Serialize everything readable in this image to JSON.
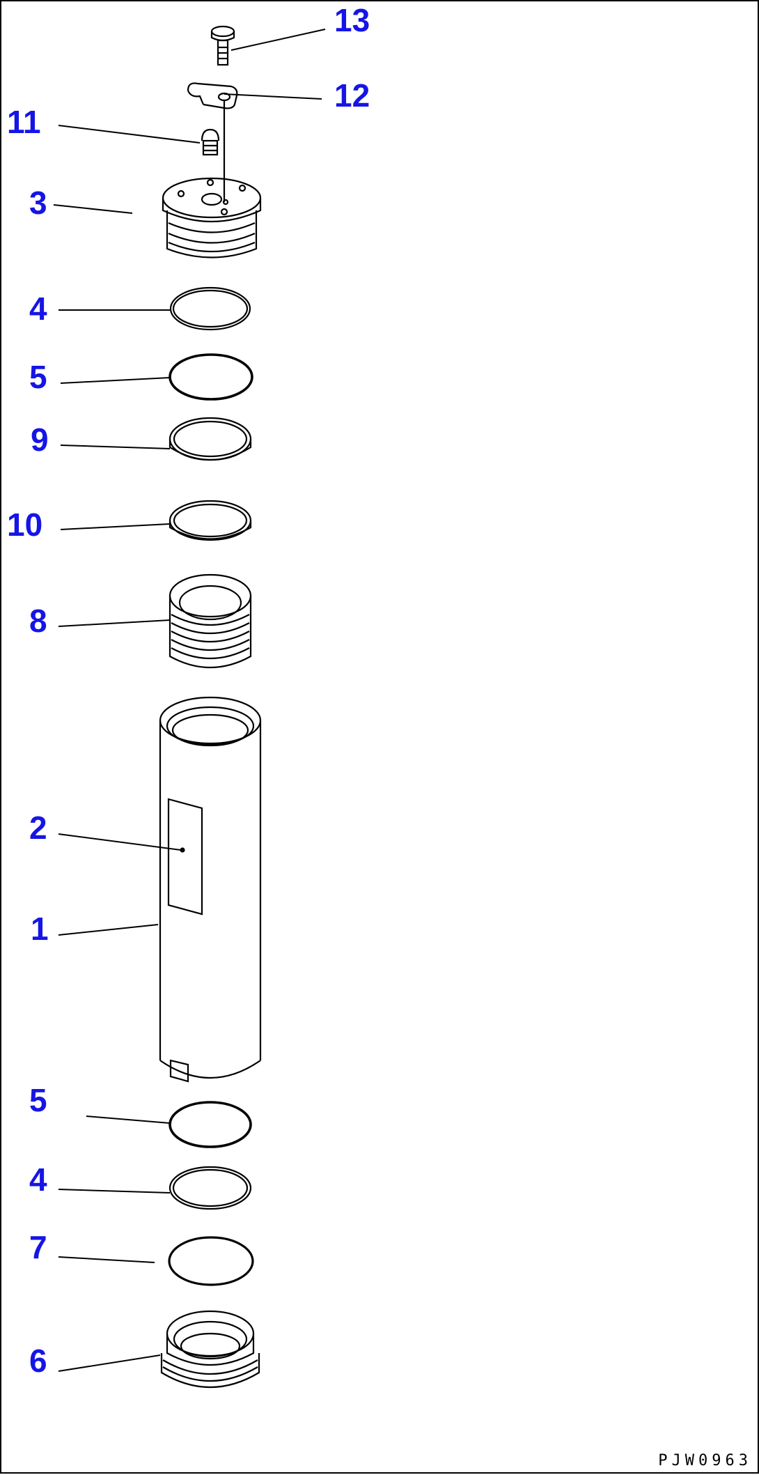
{
  "callouts": {
    "c13": "13",
    "c12": "12",
    "c11": "11",
    "c3": "3",
    "c4_top": "4",
    "c5_top": "5",
    "c9": "9",
    "c10": "10",
    "c8": "8",
    "c2": "2",
    "c1": "1",
    "c5_bottom": "5",
    "c4_bottom": "4",
    "c7": "7",
    "c6": "6"
  },
  "drawing_code": "PJW0963",
  "colors": {
    "callout": "#1515e6",
    "line": "#000000",
    "background": "#ffffff"
  }
}
